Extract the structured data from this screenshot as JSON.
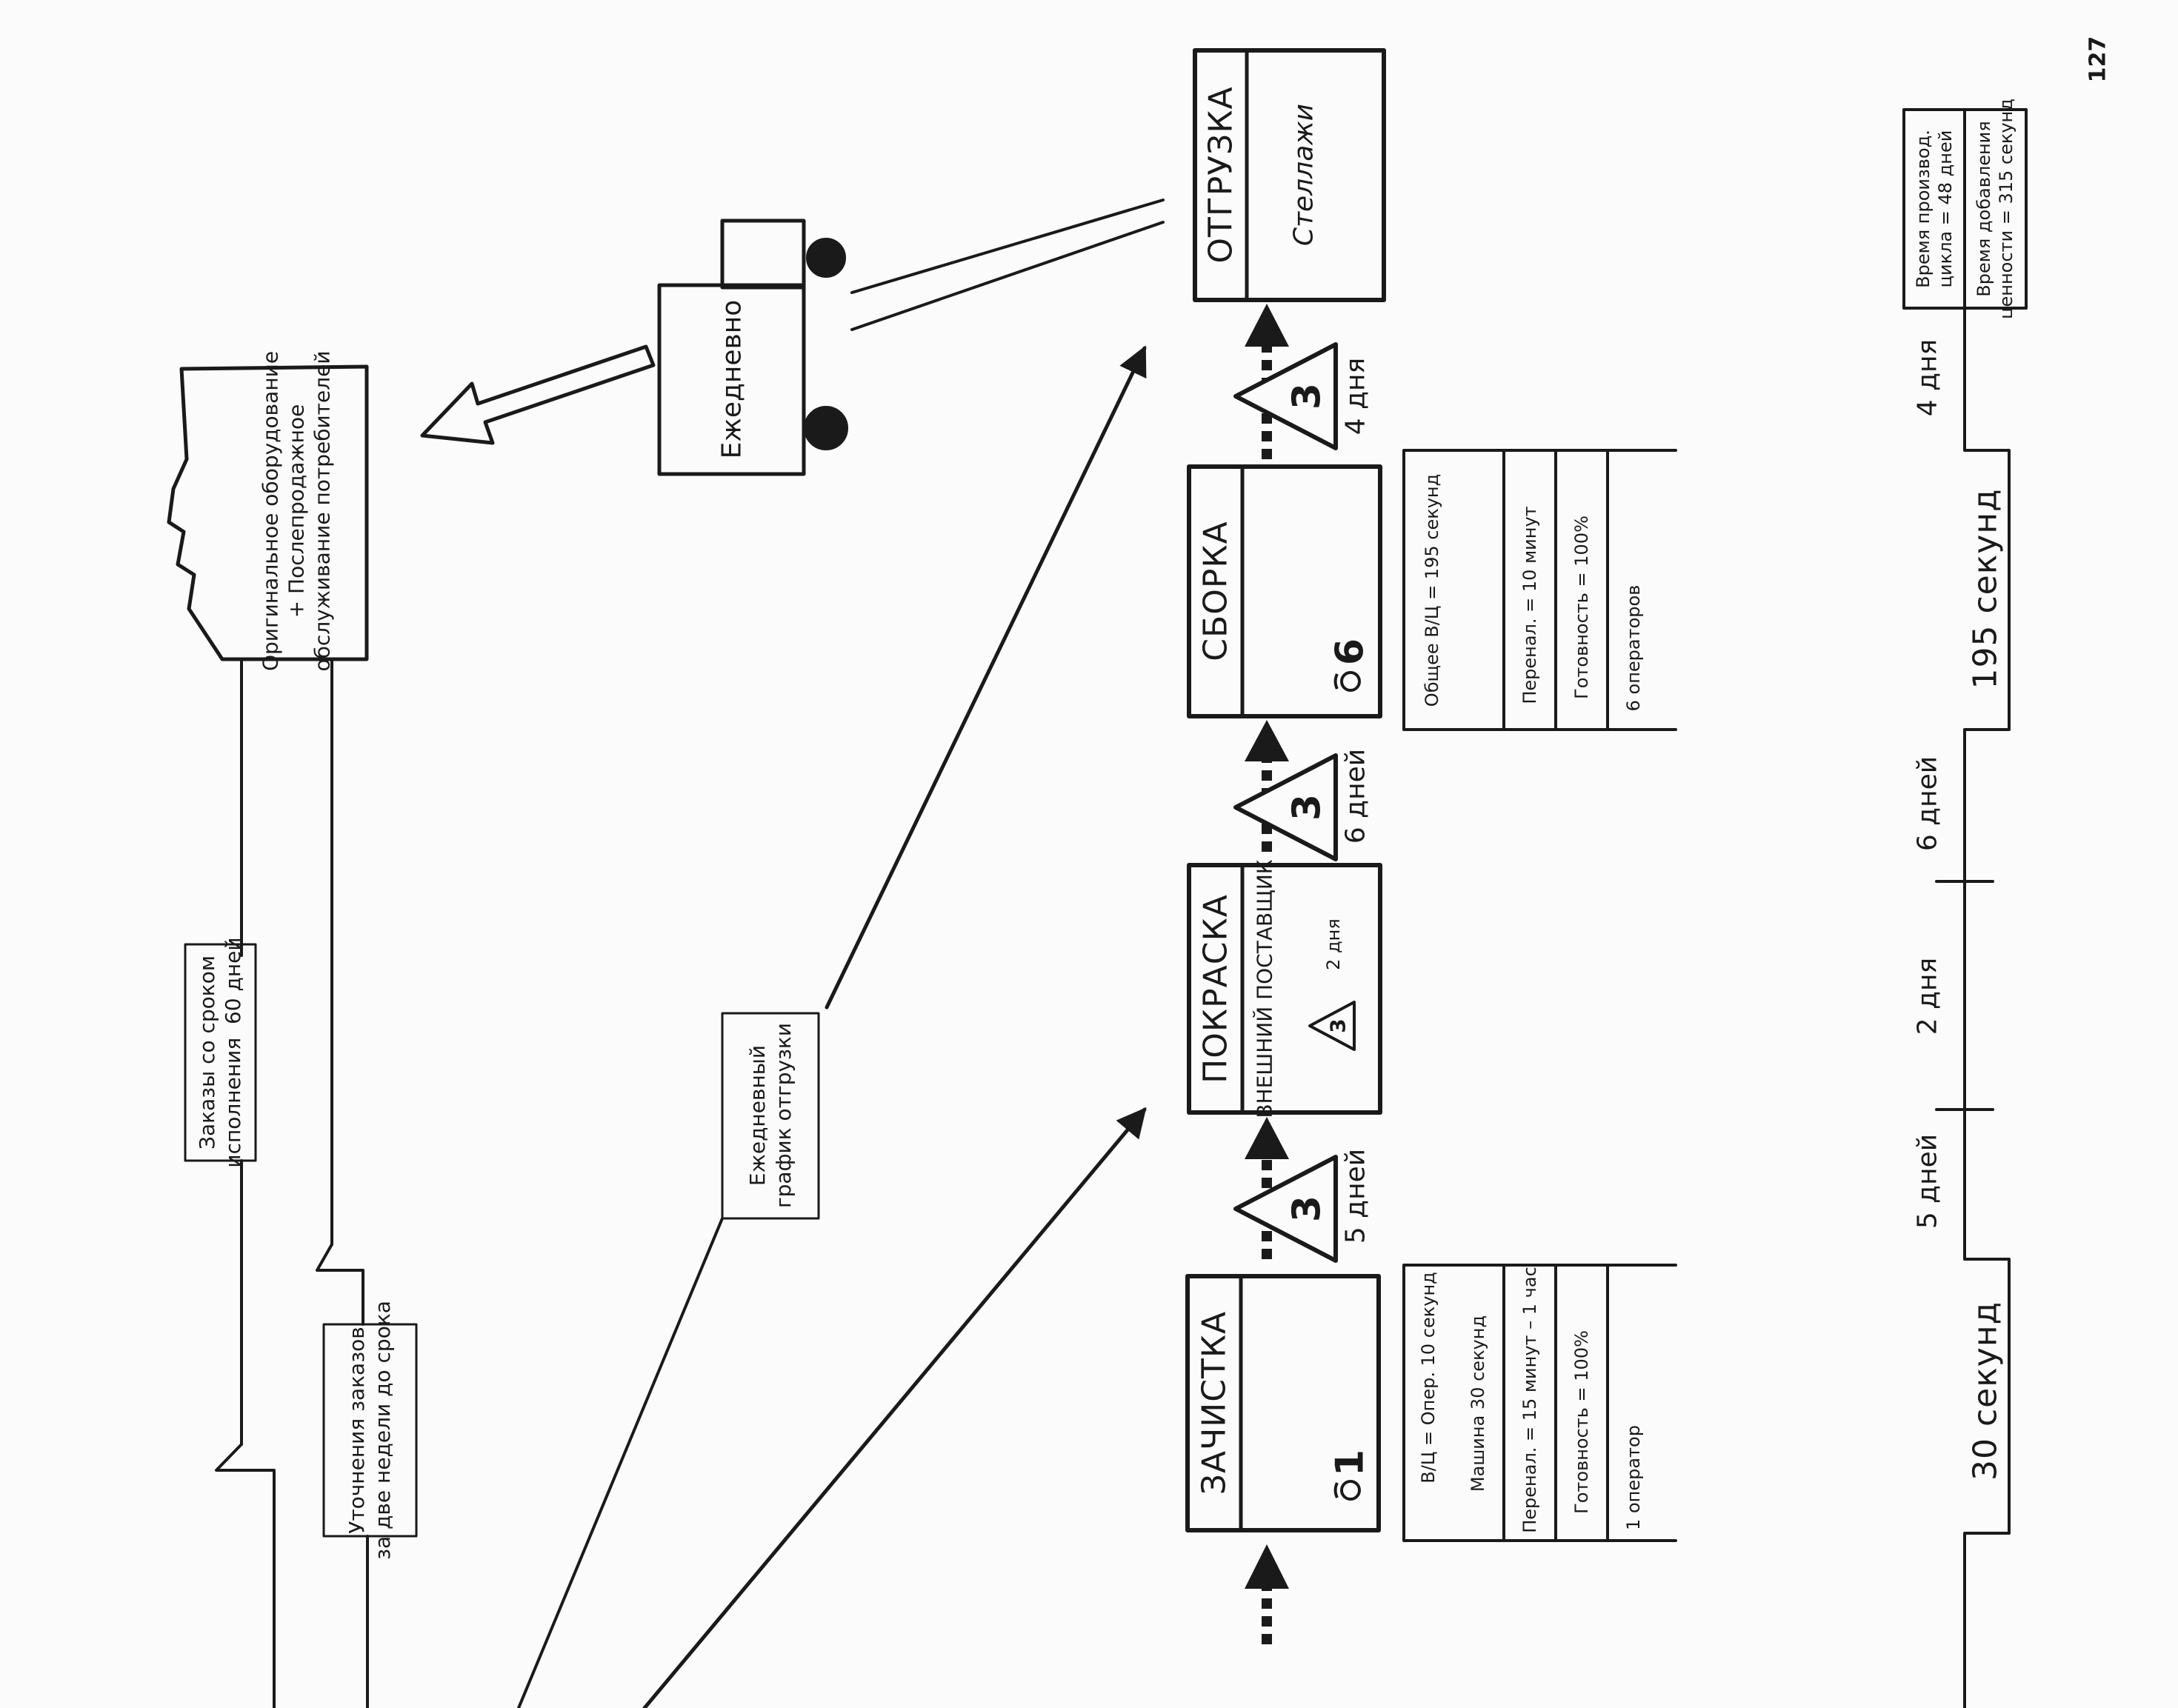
{
  "page": {
    "number": "127"
  },
  "customer": {
    "label": "Оригинальное оборудование\n+ Послепродажное\nобслуживание потребителей"
  },
  "orders": {
    "long_term": "Заказы со сроком\nисполнения  60 дней",
    "updates": "Уточнения заказов\nза две недели до срока",
    "daily_schedule": "Ежедневный\nграфик отгрузки"
  },
  "truck": {
    "label": "Ежедневно"
  },
  "shipping": {
    "title": "ОТГРУЗКА",
    "subtitle": "Стеллажи"
  },
  "processes": [
    {
      "title": "ЗАЧИСТКА",
      "operators": "1"
    },
    {
      "title": "ПОКРАСКА",
      "subtitle": "ВНЕШНИЙ ПОСТАВЩИК",
      "inventory": "3",
      "inventory_time": "2 дня"
    },
    {
      "title": "СБОРКА",
      "operators": "6"
    }
  ],
  "inventories": [
    {
      "count": "3",
      "time": "5 дней"
    },
    {
      "count": "3",
      "time": "6 дней"
    },
    {
      "count": "3",
      "time": "4 дня"
    }
  ],
  "data_boxes": {
    "cleaning": [
      "В/Ц = Опер. 10 секунд",
      "Машина 30 секунд",
      "Перенал. = 15 минут – 1 час",
      "Готовность = 100%",
      "1 оператор"
    ],
    "assembly": [
      "Общее В/Ц = 195 секунд",
      "Перенал. = 10 минут",
      "Готовность = 100%",
      "6 операторов"
    ]
  },
  "timeline": {
    "wait": [
      "5 дней",
      "2 дня",
      "6 дней",
      "4 дня"
    ],
    "process": [
      "30 секунд",
      "195 секунд"
    ]
  },
  "summary": {
    "lead_time": "Время производ.\nцикла = 48 дней",
    "value_added": "Время добавления\nценности = 315 секунд"
  },
  "icons": [
    "factory-icon",
    "truck-icon",
    "inventory-triangle-icon",
    "operator-icon",
    "push-arrow-icon",
    "shipment-arrow-icon"
  ]
}
